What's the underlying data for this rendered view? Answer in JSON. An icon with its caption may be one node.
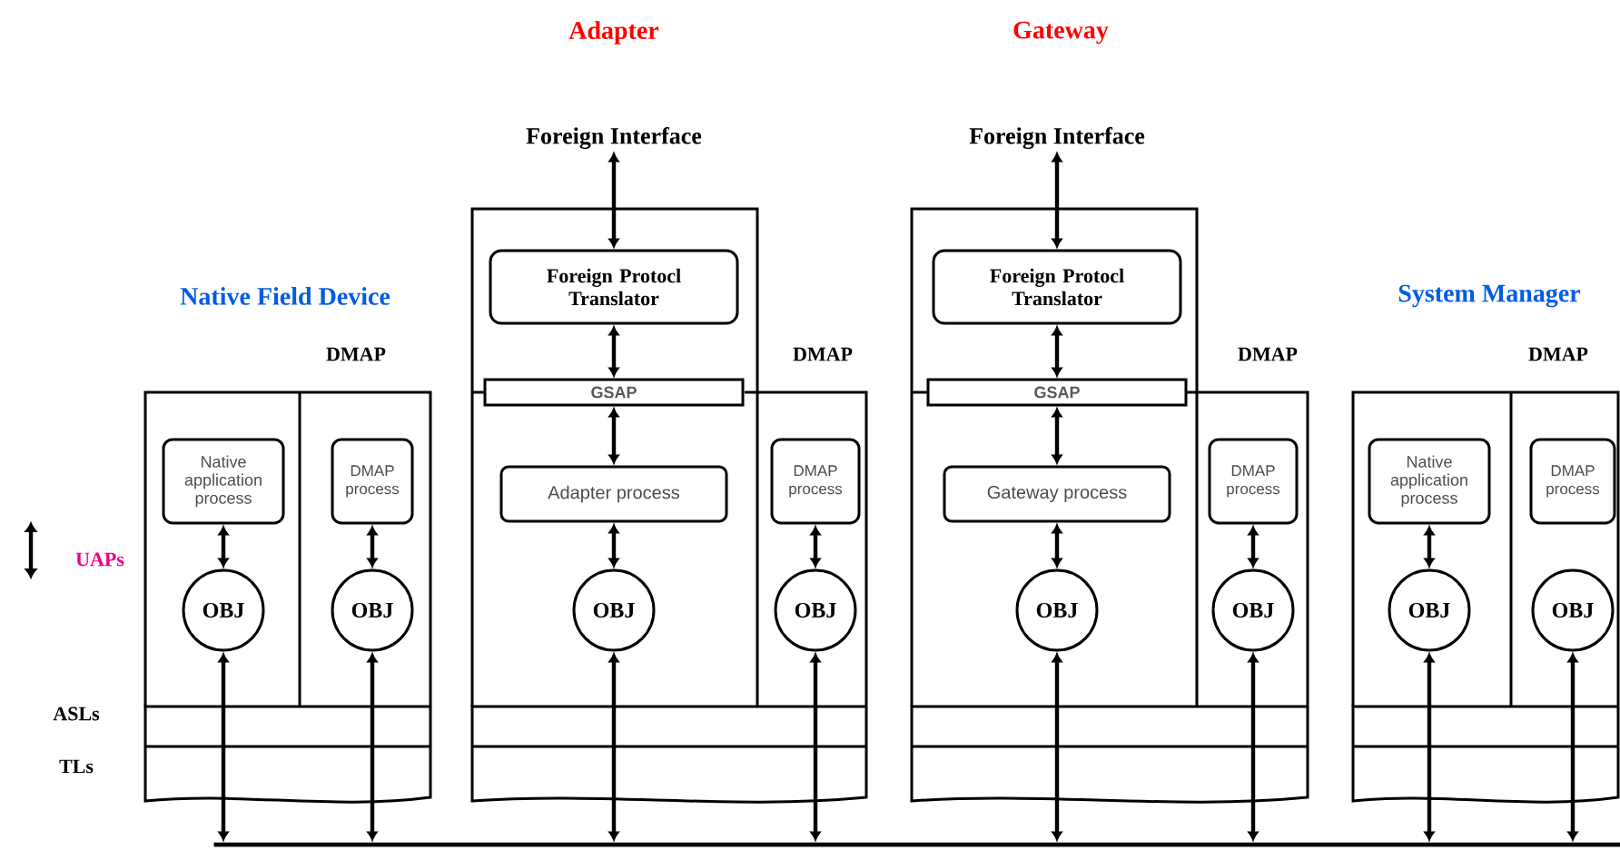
{
  "diagram": {
    "nodes": [
      {
        "text": [
          "Foreign Interface"
        ]
      },
      {
        "text": [
          "Foreign Interface"
        ]
      },
      {
        "text": [
          "Native application process"
        ]
      },
      {
        "text": [
          "DMAP process"
        ]
      },
      {
        "text": [
          "OBJ"
        ]
      },
      {
        "text": [
          "OBJ"
        ]
      },
      {
        "text": [
          "Foreign Protocl Translator"
        ]
      },
      {
        "text": [
          "GSAP"
        ]
      },
      {
        "text": [
          "Adapter process"
        ]
      },
      {
        "text": [
          "OBJ"
        ]
      },
      {
        "text": [
          "DMAP process"
        ]
      },
      {
        "text": [
          "OBJ"
        ]
      },
      {
        "text": [
          "Foreign Protocl Translator"
        ]
      },
      {
        "text": [
          "GSAP"
        ]
      },
      {
        "text": [
          "Gateway process"
        ]
      },
      {
        "text": [
          "OBJ"
        ]
      },
      {
        "text": [
          "DMAP process"
        ]
      },
      {
        "text": [
          "OBJ"
        ]
      },
      {
        "text": [
          "Native application process"
        ]
      },
      {
        "text": [
          "DMAP process"
        ]
      },
      {
        "text": [
          "OBJ"
        ]
      },
      {
        "text": [
          "OBJ"
        ]
      },
      {
        "text": [],
        "shape": "bar"
      }
    ],
    "edges": [
      {
        "from": 2,
        "to": 4,
        "arrow": "both"
      },
      {
        "from": 4,
        "to": 22,
        "arrow": "both"
      },
      {
        "from": 3,
        "to": 5,
        "arrow": "both"
      },
      {
        "from": 5,
        "to": 22,
        "arrow": "both"
      },
      {
        "from": 0,
        "to": 6,
        "arrow": "both"
      },
      {
        "from": 6,
        "to": 7,
        "arrow": "both"
      },
      {
        "from": 7,
        "to": 8,
        "arrow": "both"
      },
      {
        "from": 8,
        "to": 9,
        "arrow": "both"
      },
      {
        "from": 9,
        "to": 22,
        "arrow": "both"
      },
      {
        "from": 10,
        "to": 11,
        "arrow": "both"
      },
      {
        "from": 11,
        "to": 22,
        "arrow": "both"
      },
      {
        "from": 1,
        "to": 12,
        "arrow": "both"
      },
      {
        "from": 12,
        "to": 13,
        "arrow": "both"
      },
      {
        "from": 13,
        "to": 14,
        "arrow": "both"
      },
      {
        "from": 14,
        "to": 15,
        "arrow": "both"
      },
      {
        "from": 15,
        "to": 22,
        "arrow": "both"
      },
      {
        "from": 16,
        "to": 17,
        "arrow": "both"
      },
      {
        "from": 17,
        "to": 22,
        "arrow": "both"
      },
      {
        "from": 18,
        "to": 20,
        "arrow": "both"
      },
      {
        "from": 20,
        "to": 22,
        "arrow": "both"
      },
      {
        "from": 21,
        "to": 22,
        "arrow": "both"
      }
    ],
    "labels": [
      "Adapter",
      "Gateway",
      "Native Field Device",
      "System Manager",
      "DMAP",
      "DMAP",
      "DMAP",
      "DMAP",
      "UAPs",
      "ASLs",
      "TLs"
    ]
  }
}
